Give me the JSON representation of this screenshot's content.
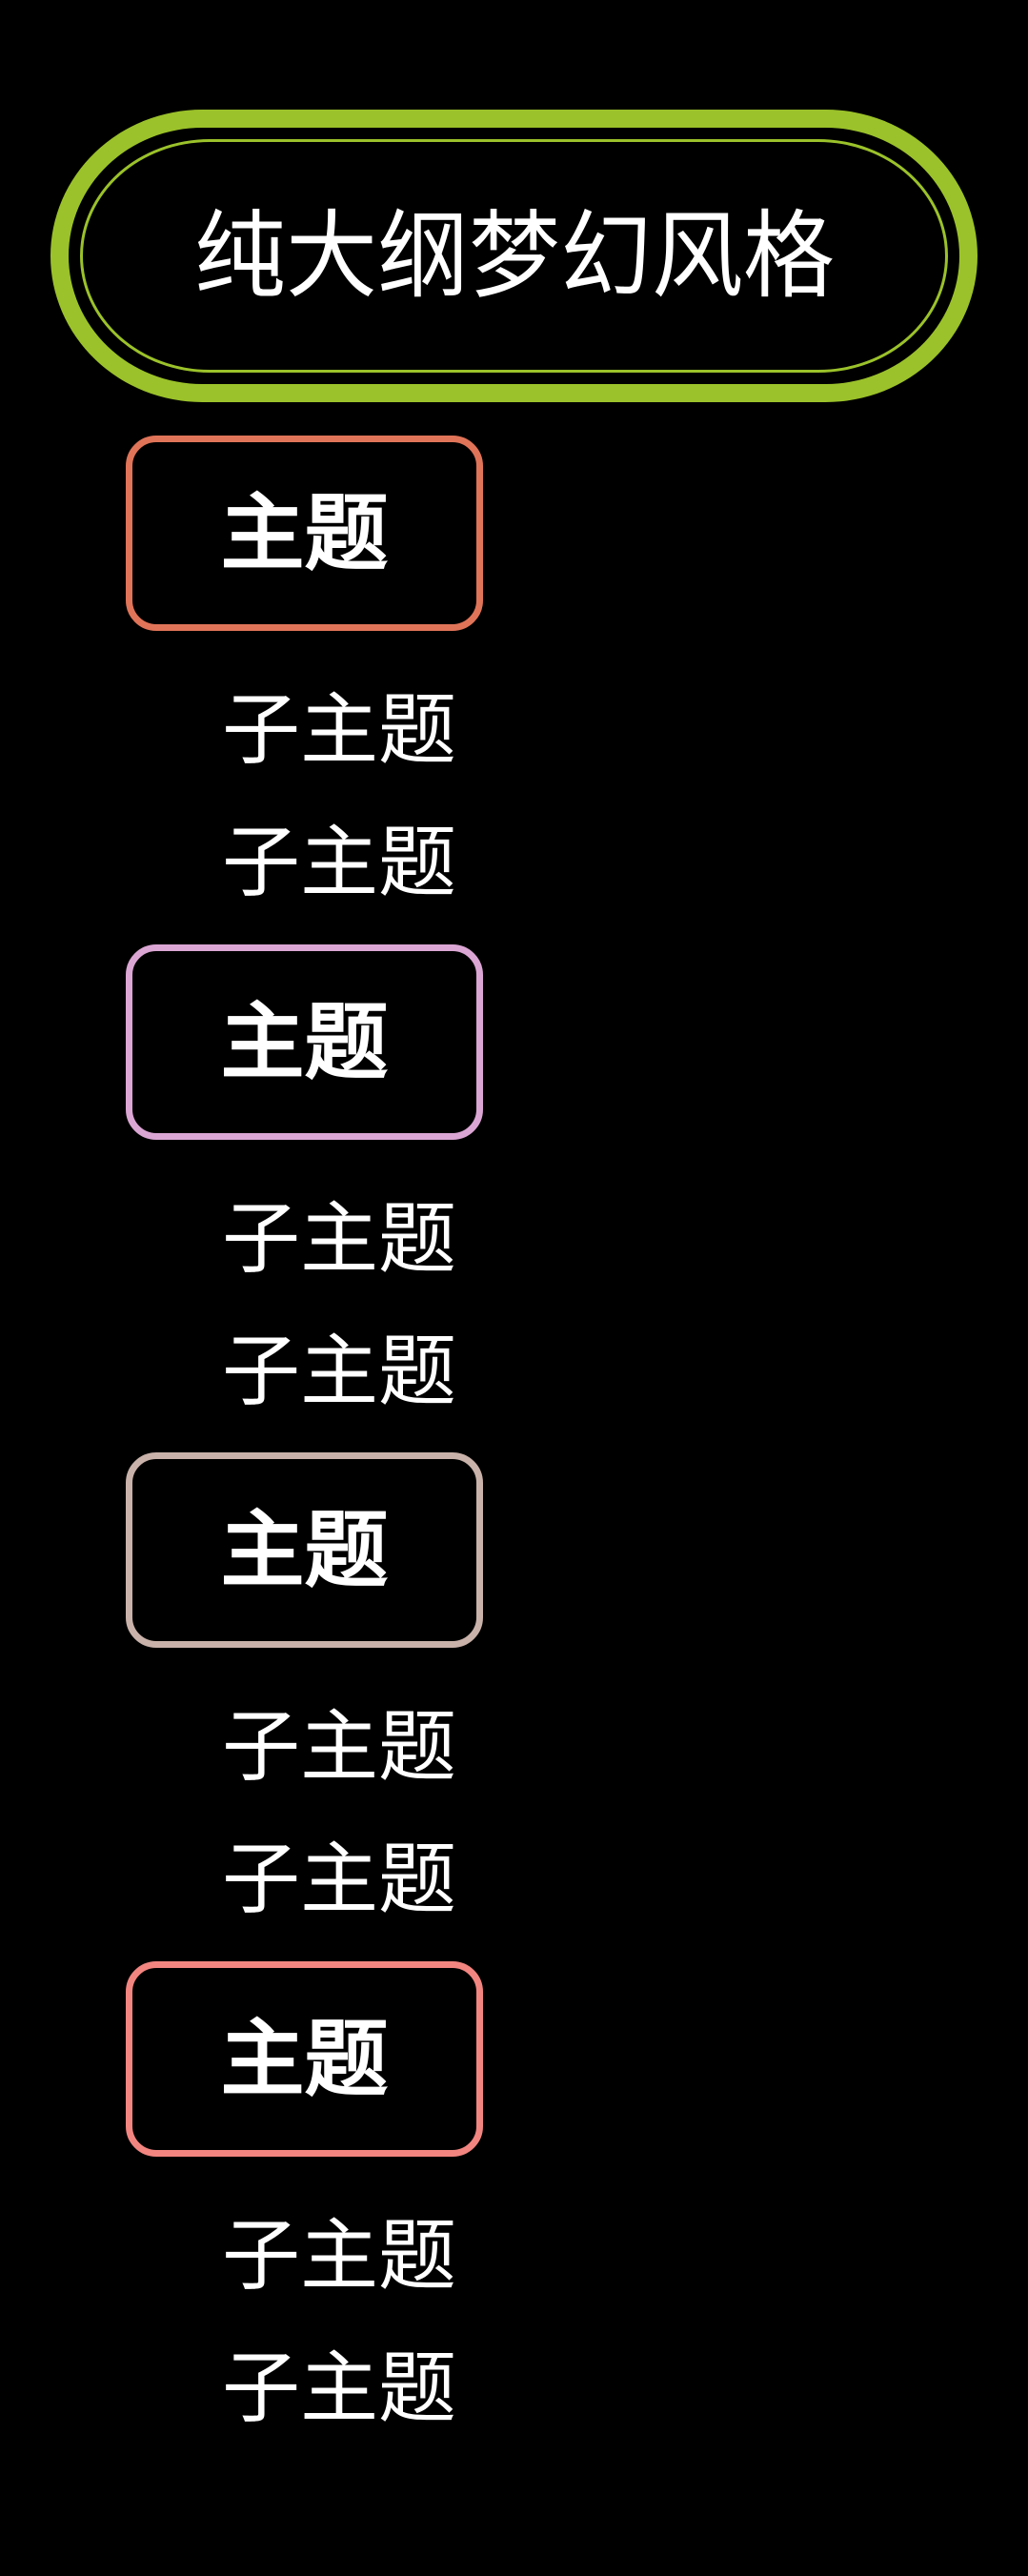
{
  "title": {
    "text": "纯大纲梦幻风格",
    "border_color": "#9BC22A"
  },
  "groups": [
    {
      "topic": "主题",
      "border_color": "#E07458",
      "subtopics": [
        "子主题",
        "子主题"
      ]
    },
    {
      "topic": "主题",
      "border_color": "#DBA6D4",
      "subtopics": [
        "子主题",
        "子主题"
      ]
    },
    {
      "topic": "主题",
      "border_color": "#C9B2AA",
      "subtopics": [
        "子主题",
        "子主题"
      ]
    },
    {
      "topic": "主题",
      "border_color": "#F28580",
      "subtopics": [
        "子主题",
        "子主题"
      ]
    }
  ],
  "background_color": "#000000",
  "text_color": "#FFFFFF"
}
